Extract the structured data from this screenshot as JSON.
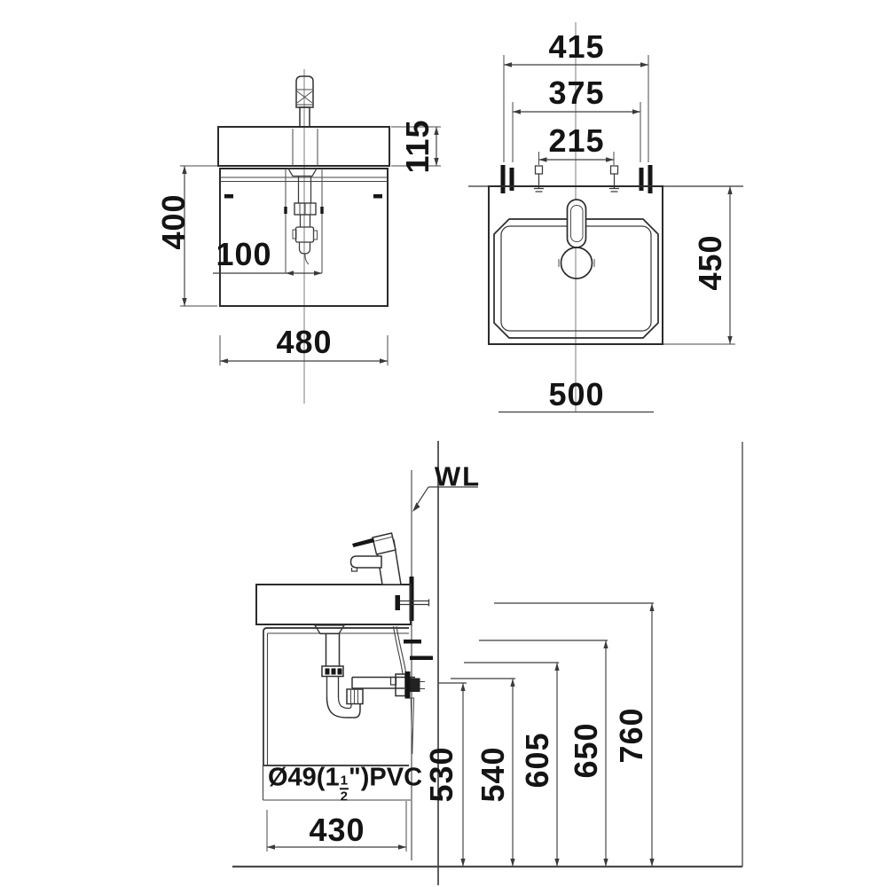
{
  "colors": {
    "line": "#3a3a3a",
    "ink": "#141414",
    "bg": "#ffffff"
  },
  "front_view": {
    "cabinet_height": "400",
    "basin_height": "115",
    "supply_spacing": "100",
    "cabinet_width": "480"
  },
  "top_view": {
    "hole_span_outer": "415",
    "anchor_span": "375",
    "faucet_hole_span": "215",
    "basin_depth": "450",
    "basin_width": "500"
  },
  "side_view": {
    "water_line_label": "WL",
    "drain_height": "530",
    "height_540": "540",
    "height_605": "605",
    "height_650": "650",
    "rim_height": "760",
    "cabinet_depth": "430",
    "pipe_label": {
      "prefix": "Ø49(1",
      "numerator": "1",
      "denominator": "2",
      "suffix": "\")PVC"
    }
  }
}
